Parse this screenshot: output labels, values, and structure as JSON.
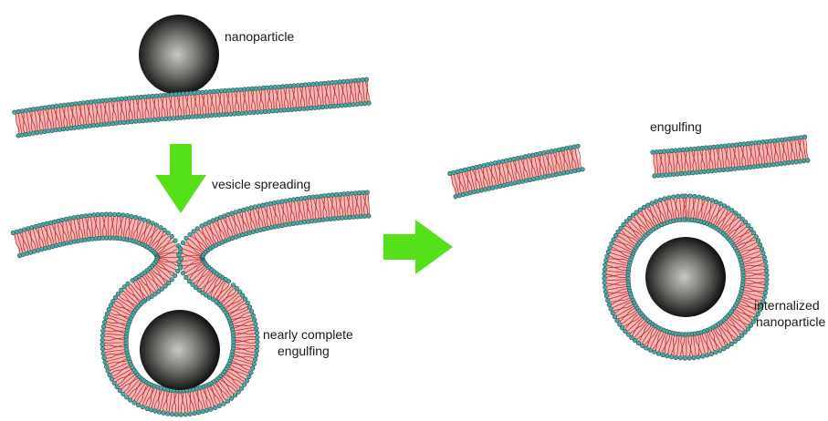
{
  "labels": {
    "nanoparticle": "nanoparticle",
    "vesicle_spreading": "vesicle spreading",
    "nearly_complete_line1": "nearly complete",
    "nearly_complete_line2": "engulfing",
    "engulfing": "engulfing",
    "internalized_line1": "internalized",
    "internalized_line2": "nanoparticle"
  },
  "colors": {
    "membrane_core": "#f1b8b8",
    "lipid_tail": "#cc2a2a",
    "head_group": "#4ea7a2",
    "head_outline": "#1d4f4c",
    "arrow_green": "#55e01a",
    "particle_center": "#c9c9c4",
    "particle_edge": "#0d0d0d"
  },
  "icons": [
    "down-arrow-icon",
    "right-arrow-icon"
  ]
}
